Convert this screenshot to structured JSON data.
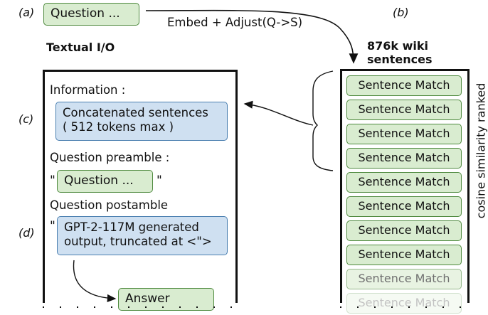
{
  "labels": {
    "a": "(a)",
    "b": "(b)",
    "c": "(c)",
    "d": "(d)"
  },
  "query_box": "Question ...",
  "arrow_label": "Embed + Adjust(Q->S)",
  "textual_io_title": "Textual I/O",
  "wiki_title_line1": "876k wiki",
  "wiki_title_line2": "sentences",
  "information_label": "Information :",
  "concatenated_line1": "Concatenated sentences",
  "concatenated_line2": "( 512 tokens max )",
  "question_preamble_label": "Question preamble :",
  "quote_open": "\"",
  "quote_close": "\"",
  "question_inner_box": "Question ...",
  "question_postamble_label": "Question postamble",
  "gpt_line1": "GPT-2-117M generated",
  "gpt_line2": "output, truncated at <\">",
  "answer_box": "Answer",
  "sentence_match_label": "Sentence Match",
  "sentence_matches": [
    "Sentence Match",
    "Sentence Match",
    "Sentence Match",
    "Sentence Match",
    "Sentence Match",
    "Sentence Match",
    "Sentence Match",
    "Sentence Match",
    "Sentence Match",
    "Sentence Match"
  ],
  "ranking_label": "cosine similarity ranked"
}
